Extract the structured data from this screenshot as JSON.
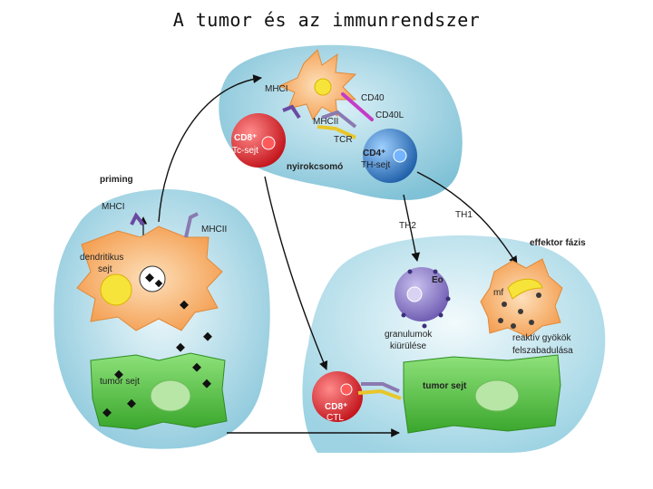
{
  "title": "A tumor és az immunrendszer",
  "labels": {
    "lymph_node": "nyirokcsomó",
    "mhc1_top": "MHCI",
    "cd40": "CD40",
    "cd40l": "CD40L",
    "mhc2_top": "MHCII",
    "tcr": "TCR",
    "cd8_top_a": "CD8⁺",
    "cd8_top_b": "Tc-sejt",
    "cd4_a": "CD4⁺",
    "cd4_b": "TH-sejt",
    "priming": "priming",
    "mhc1_left": "MHCI",
    "mhc2_left": "MHCII",
    "dendritic_a": "dendritikus",
    "dendritic_b": "sejt",
    "tumor_cell_left": "tumor sejt",
    "th2": "TH2",
    "th1": "TH1",
    "effector_phase": "effektor fázis",
    "eo": "Eo",
    "mf": "mf",
    "granule_a": "granulumok",
    "granule_b": "kiürülése",
    "reactive_a": "reaktív gyökök",
    "reactive_b": "felszabadulása",
    "tumor_cell_right": "tumor sejt",
    "ctl_a": "CD8⁺",
    "ctl_b": "CTL"
  },
  "colors": {
    "lymph_bg": "#a9d8e6",
    "red_cell": "#e0282e",
    "blue_cell": "#2f7fc9",
    "dendritic": "#f6b06e",
    "tumor_green": "#5cc24a",
    "eosinophil": "#8d7cc8",
    "yellow_dot": "#f7e43a"
  }
}
